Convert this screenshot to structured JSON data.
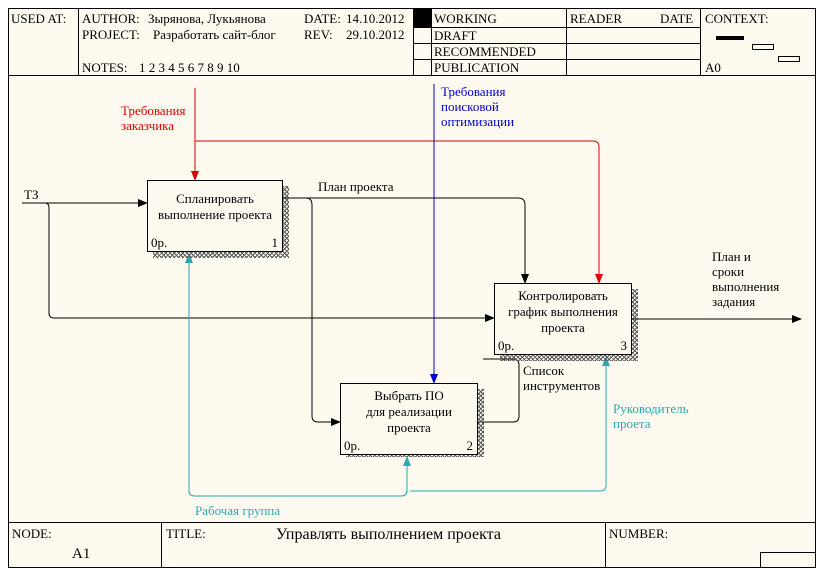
{
  "header": {
    "used_at_label": "USED AT:",
    "author_label": "AUTHOR:",
    "author_value": "Зырянова, Лукьянова",
    "date_label": "DATE:",
    "date_value": "14.10.2012",
    "project_label": "PROJECT:",
    "project_value": "Разработать сайт-блог",
    "rev_label": "REV:",
    "rev_value": "29.10.2012",
    "notes_label": "NOTES:",
    "notes_values": "1  2  3  4  5  6  7  8  9  10",
    "status": [
      "WORKING",
      "DRAFT",
      "RECOMMENDED",
      "PUBLICATION"
    ],
    "reader_label": "READER",
    "reader_date_label": "DATE",
    "context_label": "CONTEXT:",
    "context_node": "A0"
  },
  "boxes": [
    {
      "title": "Спланировать\nвыполнение проекта",
      "cost": "0р.",
      "number": "1"
    },
    {
      "title": "Контролировать\nграфик выполнения\nпроекта",
      "cost": "0р.",
      "number": "3"
    },
    {
      "title": "Выбрать ПО\nдля реализации\nпроекта",
      "cost": "0р.",
      "number": "2"
    }
  ],
  "labels": {
    "tz": "ТЗ",
    "req_customer": "Требования\nзаказчика",
    "req_seo": "Требования\nпоисковой\nоптимизации",
    "plan": "План проекта",
    "plan_terms": "План и\nсроки\nвыполнения\nзадания",
    "tools_list": "Список\nинструментов",
    "manager": "Руководитель\nпроета",
    "workgroup": "Рабочая группа"
  },
  "footer": {
    "node_label": "NODE:",
    "node_value": "A1",
    "title_label": "TITLE:",
    "title_value": "Управлять выполнением проекта",
    "number_label": "NUMBER:"
  },
  "colors": {
    "background": "#fffaf0",
    "control_customer": "#dd0000",
    "control_seo": "#0000cc",
    "mechanism": "#2aa7b0",
    "flow": "#000000"
  }
}
